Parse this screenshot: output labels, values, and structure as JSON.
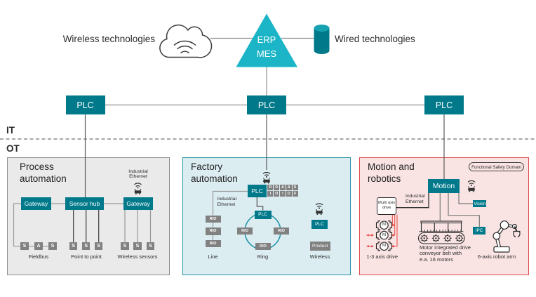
{
  "colors": {
    "teal": "#00798a",
    "cyan": "#1bb5c7",
    "gray_node": "#818181",
    "panel_gray_bg": "#eaeaea",
    "panel_gray_border": "#8e8e8e",
    "panel_blue_bg": "#dcedf2",
    "panel_blue_border": "#2695a8",
    "panel_red_bg": "#f9e3e3",
    "panel_red_border": "#e04a4a",
    "red_line": "#e8433e"
  },
  "top": {
    "wireless_label": "Wireless technologies",
    "wired_label": "Wired technologies",
    "erp_label": "ERP",
    "mes_label": "MES",
    "plc_left": "PLC",
    "plc_middle": "PLC",
    "plc_right": "PLC",
    "it_label": "IT",
    "ot_label": "OT"
  },
  "process": {
    "title": "Process\nautomation",
    "industrial_ethernet": "Industrial\nEthernet",
    "gateway_left": "Gateway",
    "sensor_hub": "Sensor hub",
    "gateway_right": "Gateway",
    "fieldbus_nodes": [
      "S",
      "A",
      "S"
    ],
    "point_to_point_nodes": [
      "S",
      "S",
      "S"
    ],
    "wireless_sensor_nodes": [
      "S",
      "S",
      "S"
    ],
    "fieldbus_label": "Fieldbus",
    "point_to_point_label": "Point to point",
    "wireless_sensors_label": "Wireless sensors"
  },
  "factory": {
    "title": "Factory\nautomation",
    "plc_label": "PLC",
    "io_columns": [
      [
        "D",
        "I"
      ],
      [
        "D",
        "O"
      ],
      [
        "A",
        "I"
      ],
      [
        "A",
        "O"
      ],
      [
        "S",
        "F"
      ]
    ],
    "industrial_ethernet": "Industrial\nEthernet",
    "line_rio_nodes": [
      "RIO",
      "RIO",
      "RIO"
    ],
    "line_label": "Line",
    "ring_plc_label": "PLC",
    "ring_rio_nodes": [
      "RIO",
      "RIO",
      "RIO"
    ],
    "ring_label": "Ring",
    "wireless_plc_label": "PLC",
    "product_label": "Product",
    "wireless_label": "Wireless"
  },
  "motion": {
    "title": "Motion and\nrobotics",
    "safety_domain_label": "Functional Safety Domain",
    "motion_label": "Motion",
    "industrial_ethernet": "Industrial\nEthernet",
    "multi_axis_drive_label": "Multi axis\ndrive",
    "motor_letter": "M",
    "axis_drive_label": "1-3 axis drive",
    "conveyor_label": "Motor integrated drive\nconveyor belt with\ne.a. 16 motors",
    "vision_label": "Vision",
    "ipc_label": "IPC",
    "robot_label": "6-axis robot arm"
  }
}
